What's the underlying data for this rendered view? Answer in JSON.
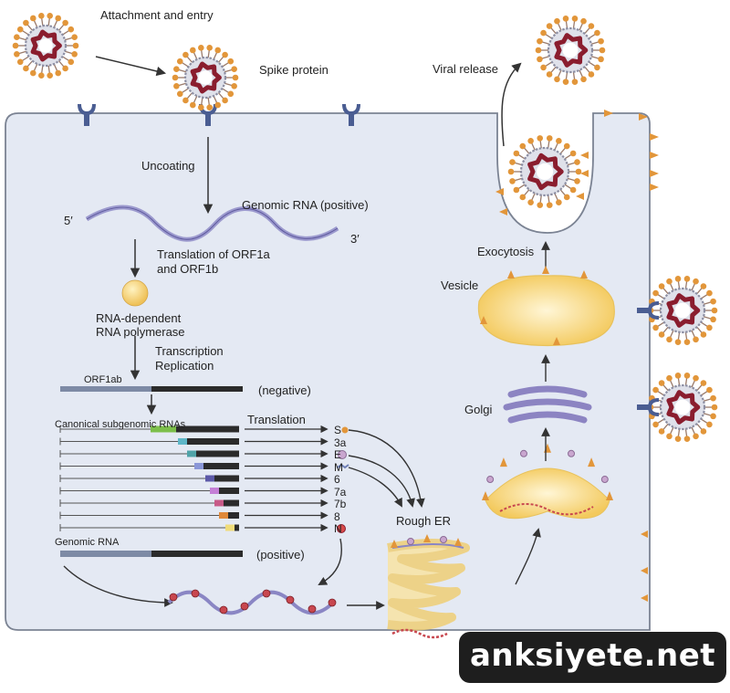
{
  "labels": {
    "attachment": "Attachment and entry",
    "spike": "Spike protein",
    "uncoating": "Uncoating",
    "genomic_rna_positive": "Genomic RNA (positive)",
    "five_prime": "5′",
    "three_prime": "3′",
    "translation_orf_line1": "Translation of ORF1a",
    "translation_orf_line2": "and ORF1b",
    "rdrp_line1": "RNA-dependent",
    "rdrp_line2": "RNA polymerase",
    "transcription": "Transcription",
    "replication": "Replication",
    "orf1ab": "ORF1ab",
    "negative": "(negative)",
    "canonical": "Canonical subgenomic RNAs",
    "translation": "Translation",
    "genomic_rna": "Genomic RNA",
    "positive": "(positive)",
    "rough_er": "Rough ER",
    "golgi": "Golgi",
    "vesicle": "Vesicle",
    "exocytosis": "Exocytosis",
    "viral_release": "Viral release"
  },
  "subgenomic_rnas": [
    "S",
    "3a",
    "E",
    "M",
    "6",
    "7a",
    "7b",
    "8",
    "N"
  ],
  "watermark": "anksiyete.net",
  "colors": {
    "cell_fill": "#e4e9f3",
    "cell_stroke": "#7b8393",
    "virus_red": "#8a1d2e",
    "spike_orange": "#e2963a",
    "vesicle_yellow": "#f7d98a",
    "golgi_purple": "#8c84c2"
  }
}
